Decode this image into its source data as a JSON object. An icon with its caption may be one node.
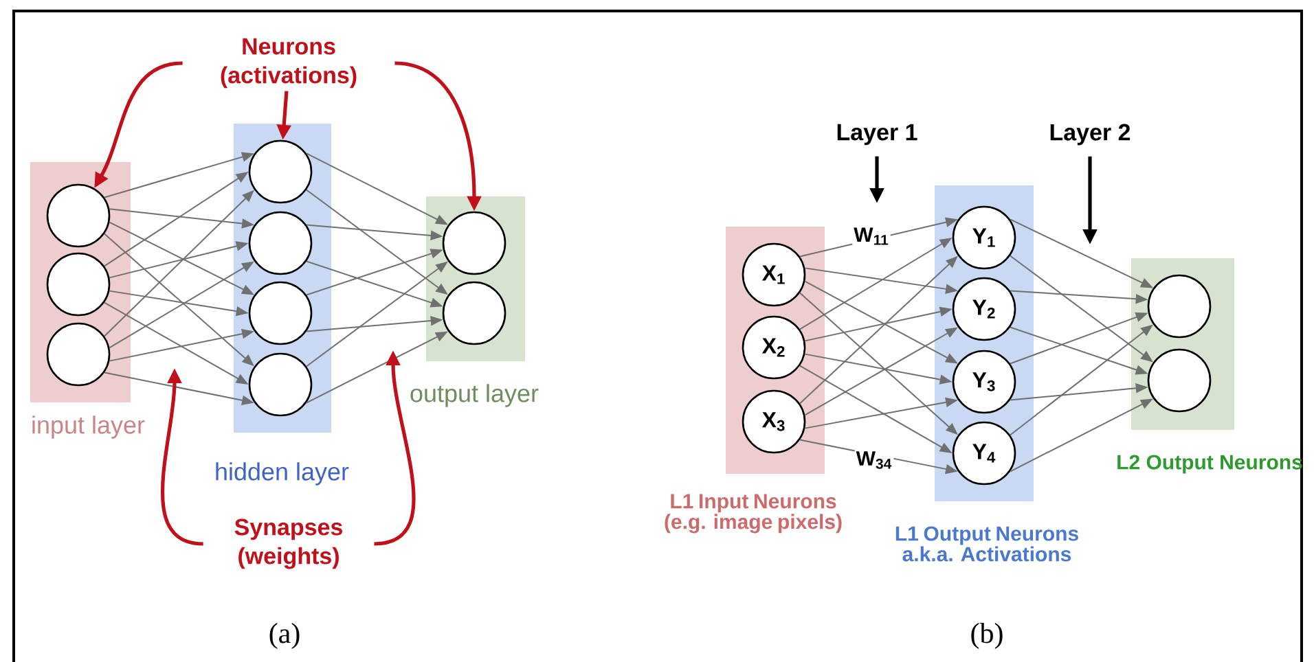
{
  "diagram": {
    "nodes": [
      {
        "text": [
          "input layer"
        ]
      },
      {
        "text": [],
        "shape": "circle",
        "in": 0
      },
      {
        "text": [],
        "shape": "circle",
        "in": 0
      },
      {
        "text": [],
        "shape": "circle",
        "in": 0
      },
      {
        "text": [
          "hidden layer"
        ]
      },
      {
        "text": [],
        "shape": "circle",
        "in": 4
      },
      {
        "text": [],
        "shape": "circle",
        "in": 4
      },
      {
        "text": [],
        "shape": "circle",
        "in": 4
      },
      {
        "text": [],
        "shape": "circle",
        "in": 4
      },
      {
        "text": [
          "output layer"
        ]
      },
      {
        "text": [],
        "shape": "circle",
        "in": 9
      },
      {
        "text": [],
        "shape": "circle",
        "in": 9
      },
      {
        "text": [
          "Neurons (activations)"
        ]
      },
      {
        "text": [
          "Synapses (weights)"
        ]
      },
      {
        "text": [
          "L1 Input Neurons (e.g. image pixels)"
        ]
      },
      {
        "text": [
          "X$_{1}$"
        ],
        "in": 14
      },
      {
        "text": [
          "X$_{2}$"
        ],
        "in": 14
      },
      {
        "text": [
          "X$_{3}$"
        ],
        "in": 14
      },
      {
        "text": [
          "L1 Output Neurons a.k.a. Activations"
        ]
      },
      {
        "text": [
          "Y$_{1}$"
        ],
        "in": 18
      },
      {
        "text": [
          "Y$_{2}$"
        ],
        "in": 18
      },
      {
        "text": [
          "Y$_{3}$"
        ],
        "in": 18
      },
      {
        "text": [
          "Y$_{4}$"
        ],
        "in": 18
      },
      {
        "text": [
          "L2 Output Neurons"
        ]
      },
      {
        "text": [],
        "shape": "circle",
        "in": 23
      },
      {
        "text": [],
        "shape": "circle",
        "in": 23
      },
      {
        "text": [
          "Layer 1"
        ]
      },
      {
        "text": [
          "Layer 2"
        ]
      }
    ],
    "edges": [
      {
        "from": 1,
        "to": 5,
        "arrow": "to"
      },
      {
        "from": 1,
        "to": 6,
        "arrow": "to"
      },
      {
        "from": 1,
        "to": 7,
        "arrow": "to"
      },
      {
        "from": 1,
        "to": 8,
        "arrow": "to"
      },
      {
        "from": 2,
        "to": 5,
        "arrow": "to"
      },
      {
        "from": 2,
        "to": 6,
        "arrow": "to"
      },
      {
        "from": 2,
        "to": 7,
        "arrow": "to"
      },
      {
        "from": 2,
        "to": 8,
        "arrow": "to"
      },
      {
        "from": 3,
        "to": 5,
        "arrow": "to"
      },
      {
        "from": 3,
        "to": 6,
        "arrow": "to"
      },
      {
        "from": 3,
        "to": 7,
        "arrow": "to"
      },
      {
        "from": 3,
        "to": 8,
        "arrow": "to"
      },
      {
        "from": 5,
        "to": 10,
        "arrow": "to"
      },
      {
        "from": 5,
        "to": 11,
        "arrow": "to"
      },
      {
        "from": 6,
        "to": 10,
        "arrow": "to"
      },
      {
        "from": 6,
        "to": 11,
        "arrow": "to"
      },
      {
        "from": 7,
        "to": 10,
        "arrow": "to"
      },
      {
        "from": 7,
        "to": 11,
        "arrow": "to"
      },
      {
        "from": 8,
        "to": 10,
        "arrow": "to"
      },
      {
        "from": 8,
        "to": 11,
        "arrow": "to"
      },
      {
        "from": 12,
        "to": 1,
        "arrow": "to",
        "style": "thick",
        "color": "#c0101a"
      },
      {
        "from": 12,
        "to": 5,
        "arrow": "to",
        "style": "thick",
        "color": "#c0101a"
      },
      {
        "from": 12,
        "to": 10,
        "arrow": "to",
        "style": "thick",
        "color": "#c0101a"
      },
      {
        "from": 13,
        "to": null,
        "arrow": "to",
        "style": "thick",
        "color": "#c0101a"
      },
      {
        "from": 13,
        "to": null,
        "arrow": "to",
        "style": "thick",
        "color": "#c0101a"
      },
      {
        "from": 15,
        "to": 19,
        "arrow": "to"
      },
      {
        "from": 15,
        "to": 20,
        "arrow": "to"
      },
      {
        "from": 15,
        "to": 21,
        "arrow": "to"
      },
      {
        "from": 15,
        "to": 22,
        "arrow": "to"
      },
      {
        "from": 16,
        "to": 19,
        "arrow": "to"
      },
      {
        "from": 16,
        "to": 20,
        "arrow": "to"
      },
      {
        "from": 16,
        "to": 21,
        "arrow": "to"
      },
      {
        "from": 16,
        "to": 22,
        "arrow": "to"
      },
      {
        "from": 17,
        "to": 19,
        "arrow": "to"
      },
      {
        "from": 17,
        "to": 20,
        "arrow": "to"
      },
      {
        "from": 17,
        "to": 21,
        "arrow": "to"
      },
      {
        "from": 17,
        "to": 22,
        "arrow": "to"
      },
      {
        "from": 19,
        "to": 24,
        "arrow": "to"
      },
      {
        "from": 19,
        "to": 25,
        "arrow": "to"
      },
      {
        "from": 20,
        "to": 24,
        "arrow": "to"
      },
      {
        "from": 20,
        "to": 25,
        "arrow": "to"
      },
      {
        "from": 21,
        "to": 24,
        "arrow": "to"
      },
      {
        "from": 21,
        "to": 25,
        "arrow": "to"
      },
      {
        "from": 22,
        "to": 24,
        "arrow": "to"
      },
      {
        "from": 22,
        "to": 25,
        "arrow": "to"
      },
      {
        "from": 26,
        "to": null,
        "arrow": "to",
        "style": "thick",
        "color": "#000000"
      },
      {
        "from": 27,
        "to": null,
        "arrow": "to",
        "style": "thick",
        "color": "#000000"
      }
    ],
    "labels": [
      "W$_{11}$",
      "W$_{34}$",
      "(a)",
      "(b)"
    ]
  }
}
